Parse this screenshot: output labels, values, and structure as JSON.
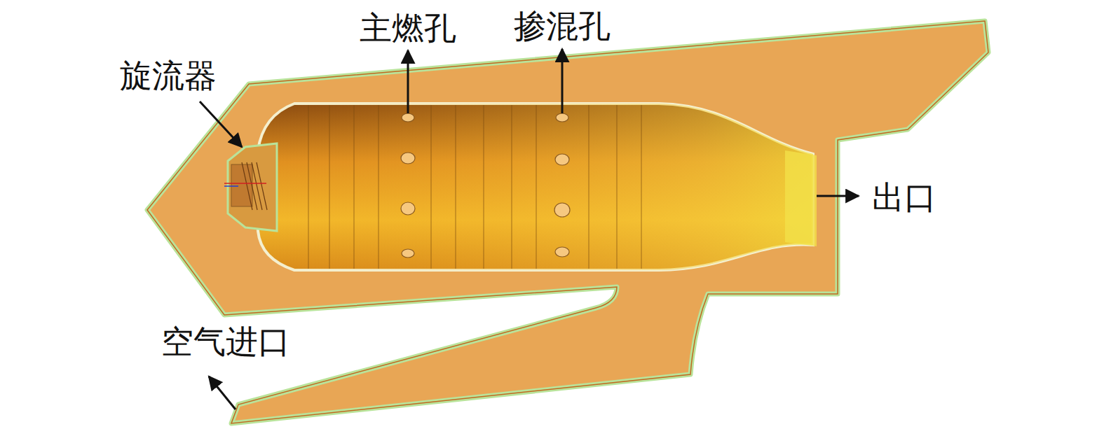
{
  "diagram": {
    "labels": [
      "旋流器",
      "主燃孔",
      "掺混孔",
      "出口",
      "空气进口"
    ]
  }
}
